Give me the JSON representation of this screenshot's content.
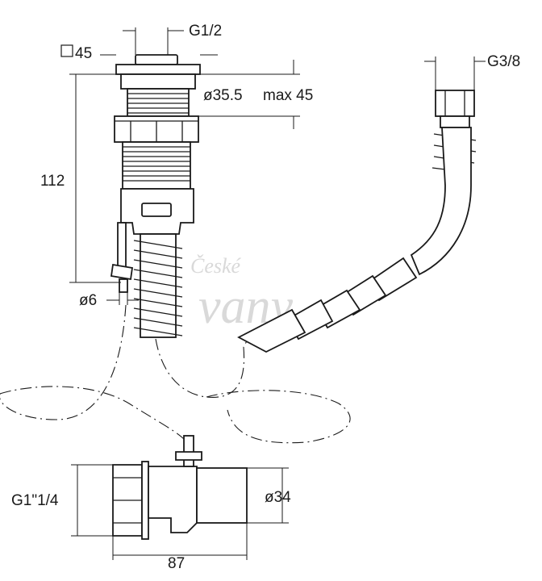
{
  "dimensions": {
    "square_size": "45",
    "top_thread": "G1/2",
    "ring_diameter": "ø35.5",
    "max_thickness": "max 45",
    "height": "112",
    "small_pipe": "ø6",
    "hose_thread": "G3/8",
    "outlet_thread": "G1\"1/4",
    "outlet_diameter": "ø34",
    "outlet_length": "87"
  },
  "watermark": {
    "line1": "České",
    "line2": "vany"
  }
}
